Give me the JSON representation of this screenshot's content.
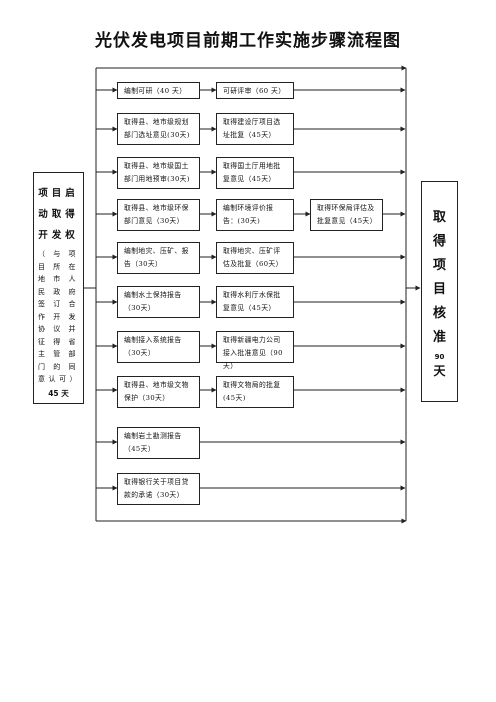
{
  "title": "光伏发电项目前期工作实施步骤流程图",
  "start": {
    "title": "项目启动取得开发权",
    "note": "（与项目所在地市人民政府签订合作开发协议并征得省主管部门的同意认可）",
    "days": "45 天"
  },
  "end": {
    "chars": [
      "取",
      "得",
      "项",
      "目",
      "核",
      "准"
    ],
    "days_num": "90",
    "days_unit": "天"
  },
  "rows": [
    {
      "col1": "编制可研（40 天）",
      "col2": "可研评审（60 天）",
      "col3": ""
    },
    {
      "col1": "取得县、地市级规划部门选址意见(30天)",
      "col2": "取得建设厅项目选址批复（45天）",
      "col3": ""
    },
    {
      "col1": "取得县、地市级国土部门用地预审(30天)",
      "col2": "取得国土厅用地批复意见（45天）",
      "col3": ""
    },
    {
      "col1": "取得县、地市级环保部门意见（30天）",
      "col2": "编制环境评价报告：(30天)",
      "col3": "取得环保局评估及批复意见（45天）"
    },
    {
      "col1": "编制地灾、压矿、报告（30天）",
      "col2": "取得地灾、压矿评估及批复（60天）",
      "col3": ""
    },
    {
      "col1": "编制水土保持报告（30天）",
      "col2": "取得水利厅水保批复意见（45天）",
      "col3": ""
    },
    {
      "col1": "编制接入系统报告（30天）",
      "col2": "取得新疆电力公司接入批准意见（90天）",
      "col3": ""
    },
    {
      "col1": "取得县、地市级文物保护（30天）",
      "col2": "取得文物局的批复(45天)",
      "col3": ""
    },
    {
      "col1": "编制岩土勘测报告（45天）",
      "col2": "",
      "col3": ""
    },
    {
      "col1": "取得银行关于项目贷款的承诺（30天）",
      "col2": "",
      "col3": ""
    }
  ]
}
